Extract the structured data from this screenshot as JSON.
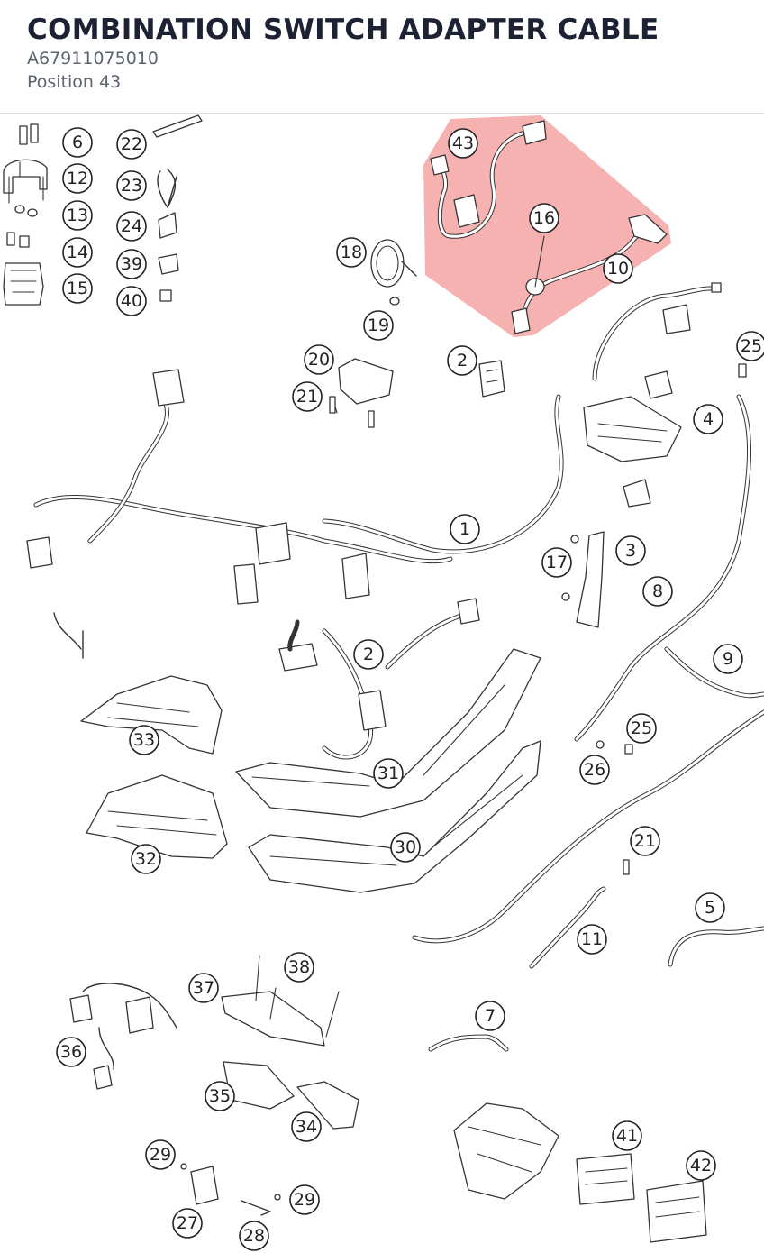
{
  "header": {
    "title": "COMBINATION SWITCH ADAPTER CABLE",
    "part_number": "A67911075010",
    "position": "Position 43"
  },
  "highlight": {
    "position": "43",
    "color": "#f4a3a3"
  },
  "callouts": [
    "6",
    "12",
    "13",
    "14",
    "15",
    "22",
    "23",
    "24",
    "39",
    "40",
    "43",
    "16",
    "10",
    "18",
    "19",
    "20",
    "21",
    "2",
    "25",
    "4",
    "1",
    "17",
    "3",
    "8",
    "9",
    "25",
    "26",
    "33",
    "31",
    "32",
    "30",
    "21",
    "5",
    "11",
    "37",
    "38",
    "36",
    "7",
    "35",
    "34",
    "29",
    "29",
    "27",
    "28",
    "41",
    "42",
    "2"
  ]
}
